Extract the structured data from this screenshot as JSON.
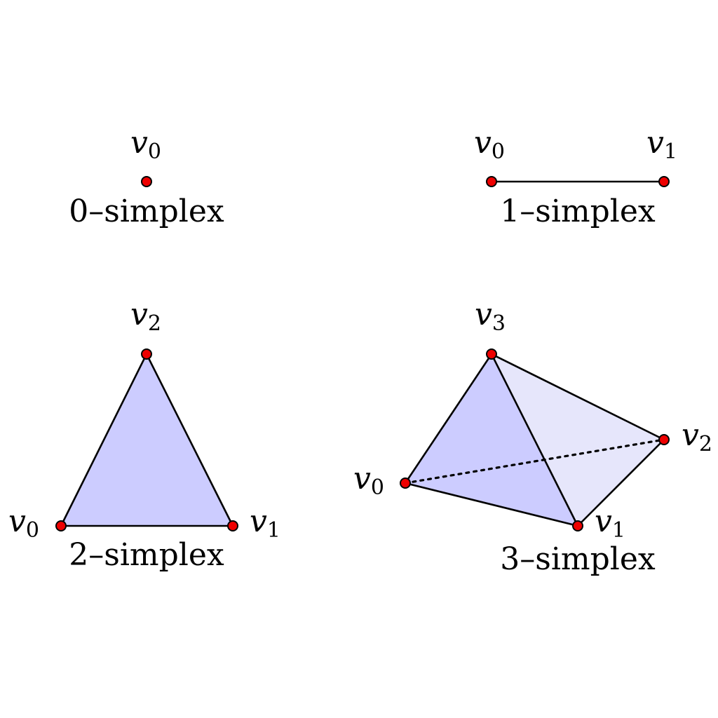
{
  "colors": {
    "vertex_fill": "#ee0000",
    "face_fill": "#ccccff",
    "back_face_fill": "#e6e6fb",
    "edge": "#000000"
  },
  "panels": {
    "s0": {
      "caption": "0–simplex",
      "v0": {
        "base": "v",
        "sub": "0"
      }
    },
    "s1": {
      "caption": "1–simplex",
      "v0": {
        "base": "v",
        "sub": "0"
      },
      "v1": {
        "base": "v",
        "sub": "1"
      }
    },
    "s2": {
      "caption": "2–simplex",
      "v0": {
        "base": "v",
        "sub": "0"
      },
      "v1": {
        "base": "v",
        "sub": "1"
      },
      "v2": {
        "base": "v",
        "sub": "2"
      }
    },
    "s3": {
      "caption": "3–simplex",
      "v0": {
        "base": "v",
        "sub": "0"
      },
      "v1": {
        "base": "v",
        "sub": "1"
      },
      "v2": {
        "base": "v",
        "sub": "2"
      },
      "v3": {
        "base": "v",
        "sub": "3"
      }
    }
  }
}
